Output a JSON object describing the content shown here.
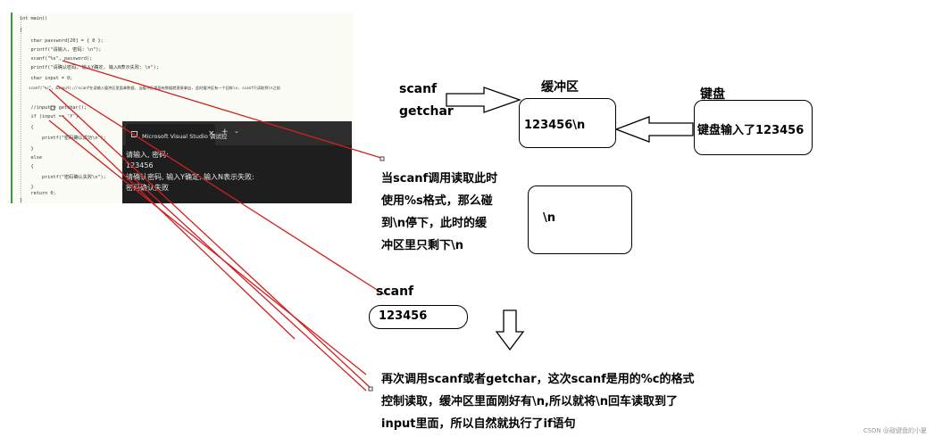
{
  "code": {
    "lines": [
      "int main()",
      "{",
      "    char password[20] = { 0 };",
      "    printf(\"请输入, 密码: \\n\");",
      "    scanf(\"%s\", password);",
      "    printf(\"请确认密码, 输入Y确定, 输入N表示失败: \\n\");",
      "    char input = 0;",
      "    scanf(\"%c\", &input);//scanf在读输入缓冲区里面拿数据, 当缓冲区里面有数据就直接拿出, 此时缓冲区有一个回车\\n, scanf只读取到\\n之前",
      "",
      "    //input = getchar();",
      "    if (input == 'Y')",
      "    {",
      "        printf(\"密码确认成功\\n\");",
      "    }",
      "    else",
      "    {",
      "        printf(\"密码确认失败\\n\");",
      "    }",
      "    return 0;",
      "}"
    ]
  },
  "console": {
    "tab_title": "Microsoft Visual Studio 调试控",
    "close_glyph": "×",
    "new_tab_glyph": "+",
    "dropdown_glyph": "⌄",
    "lines": [
      "请输入, 密码:",
      "123456",
      "请确认密码, 输入Y确定, 输入N表示失败:",
      "密码确认失败"
    ]
  },
  "diagram": {
    "scanf_label": "scanf",
    "getchar_label": "getchar",
    "buffer_label": "缓冲区",
    "buffer_content": "123456\\n",
    "keyboard_label": "键盘",
    "keyboard_content": "键盘输入了123456",
    "explanation1": [
      "当scanf调用读取此时",
      "使用%s格式，那么碰",
      "到\\n停下，此时的缓",
      "冲区里只剩下\\n"
    ],
    "remaining_content": "\\n",
    "scanf2_label": "scanf",
    "scanf2_content": "123456",
    "explanation2": [
      "再次调用scanf或者getchar，这次scanf是用的%c的格式",
      "控制读取，缓冲区里面刚好有\\n,所以就将\\n回车读取到了",
      "input里面，所以自然就执行了if语句"
    ]
  },
  "watermark": "CSDN @敲键盘的小夏",
  "colors": {
    "annotation_line": "#d42020",
    "console_bg": "#1e1e1e",
    "editor_bg": "#fcfcf6",
    "editor_margin": "#3a9a3a"
  }
}
